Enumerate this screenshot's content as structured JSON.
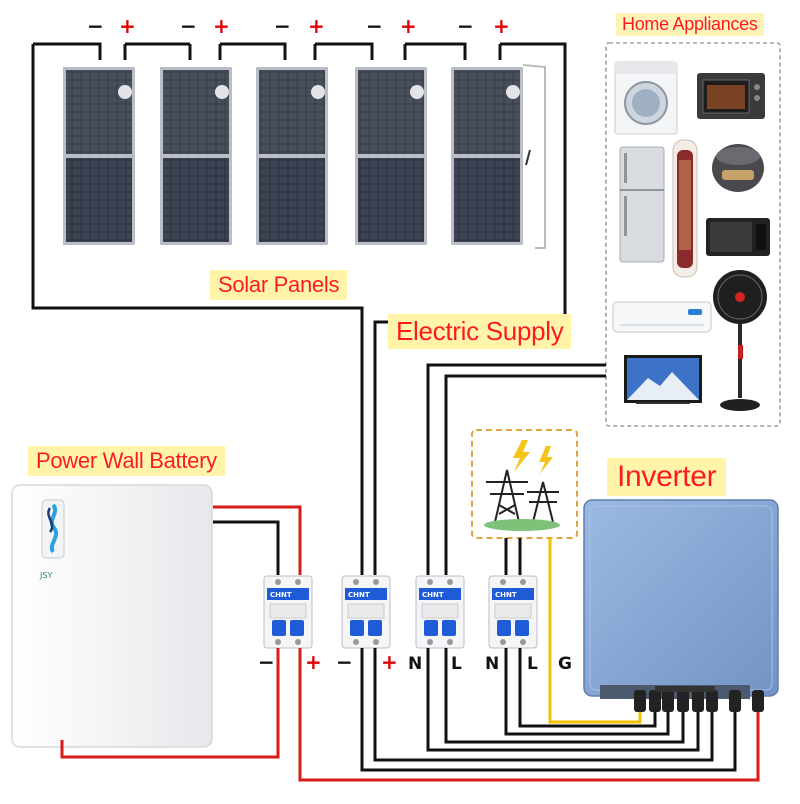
{
  "labels": {
    "solar_panels": "Solar Panels",
    "electric_supply": "Electric Supply",
    "power_wall_battery": "Power Wall Battery",
    "inverter": "Inverter",
    "home_appliances": "Home Appliances"
  },
  "panel_terminals": [
    "−",
    "+",
    "−",
    "+",
    "−",
    "+",
    "−",
    "+",
    "−",
    "+"
  ],
  "breaker_terminals": {
    "battery_minus": "−",
    "battery_plus": "+",
    "pv_minus": "−",
    "pv_plus": "+",
    "n1": "N",
    "l1": "L",
    "n2": "N",
    "l2": "L",
    "g": "G"
  },
  "breaker_brand": "CHNT",
  "battery_brand": "JSY",
  "colors": {
    "label_text": "#ff1a1a",
    "label_bg": "#fff4a8",
    "wire_black": "#111111",
    "wire_red": "#d81b1b",
    "wire_yellow": "#f2c200",
    "inverter_body": "#88a9d6",
    "breaker_blue": "#1f5bd6"
  },
  "icons": [
    "solar-panel-icon",
    "battery-icon",
    "breaker-icon",
    "power-tower-icon",
    "lightning-icon",
    "inverter-icon",
    "washing-machine-icon",
    "oven-icon",
    "fridge-icon",
    "air-conditioner-icon",
    "rice-cooker-icon",
    "microwave-icon",
    "wall-ac-icon",
    "fan-icon",
    "tv-icon"
  ]
}
